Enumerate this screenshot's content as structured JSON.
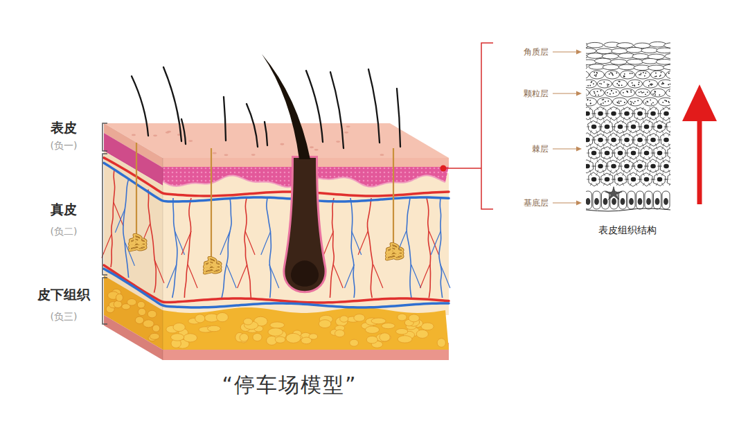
{
  "diagram": {
    "caption": "“停车场模型”",
    "labels": [
      "表皮",
      "(负一)",
      "真皮",
      "(负二)",
      "皮下组织",
      "(负三)",
      "角质层",
      "颗粒层",
      "棘层",
      "基底层",
      "表皮组织结构"
    ]
  }
}
